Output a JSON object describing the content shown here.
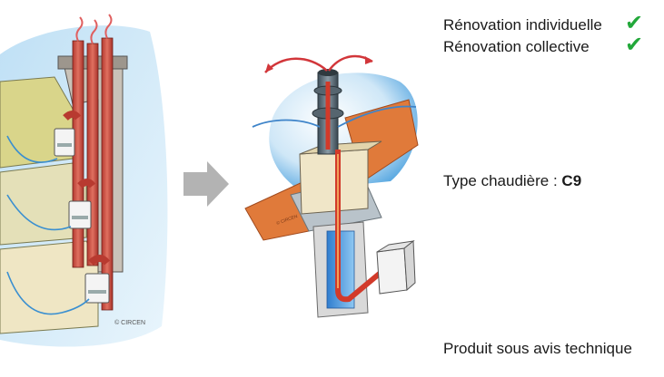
{
  "features": [
    {
      "label": "Rénovation individuelle",
      "checked": true
    },
    {
      "label": "Rénovation collective",
      "checked": true
    }
  ],
  "boiler_type": {
    "label": "Type chaudière : ",
    "value": "C9"
  },
  "certification": "Produit sous avis technique",
  "watermarks": {
    "left": "© CIRCEN",
    "right": "© CIRCEN"
  },
  "icons": {
    "check": "check-icon",
    "arrow": "arrow-right-icon"
  },
  "colors": {
    "check": "#22a83a",
    "flue_red": "#c9443a",
    "wall_blue": "#8fc3e8",
    "arrow_grey": "#b3b3b3",
    "terracotta": "#e07a3a"
  }
}
